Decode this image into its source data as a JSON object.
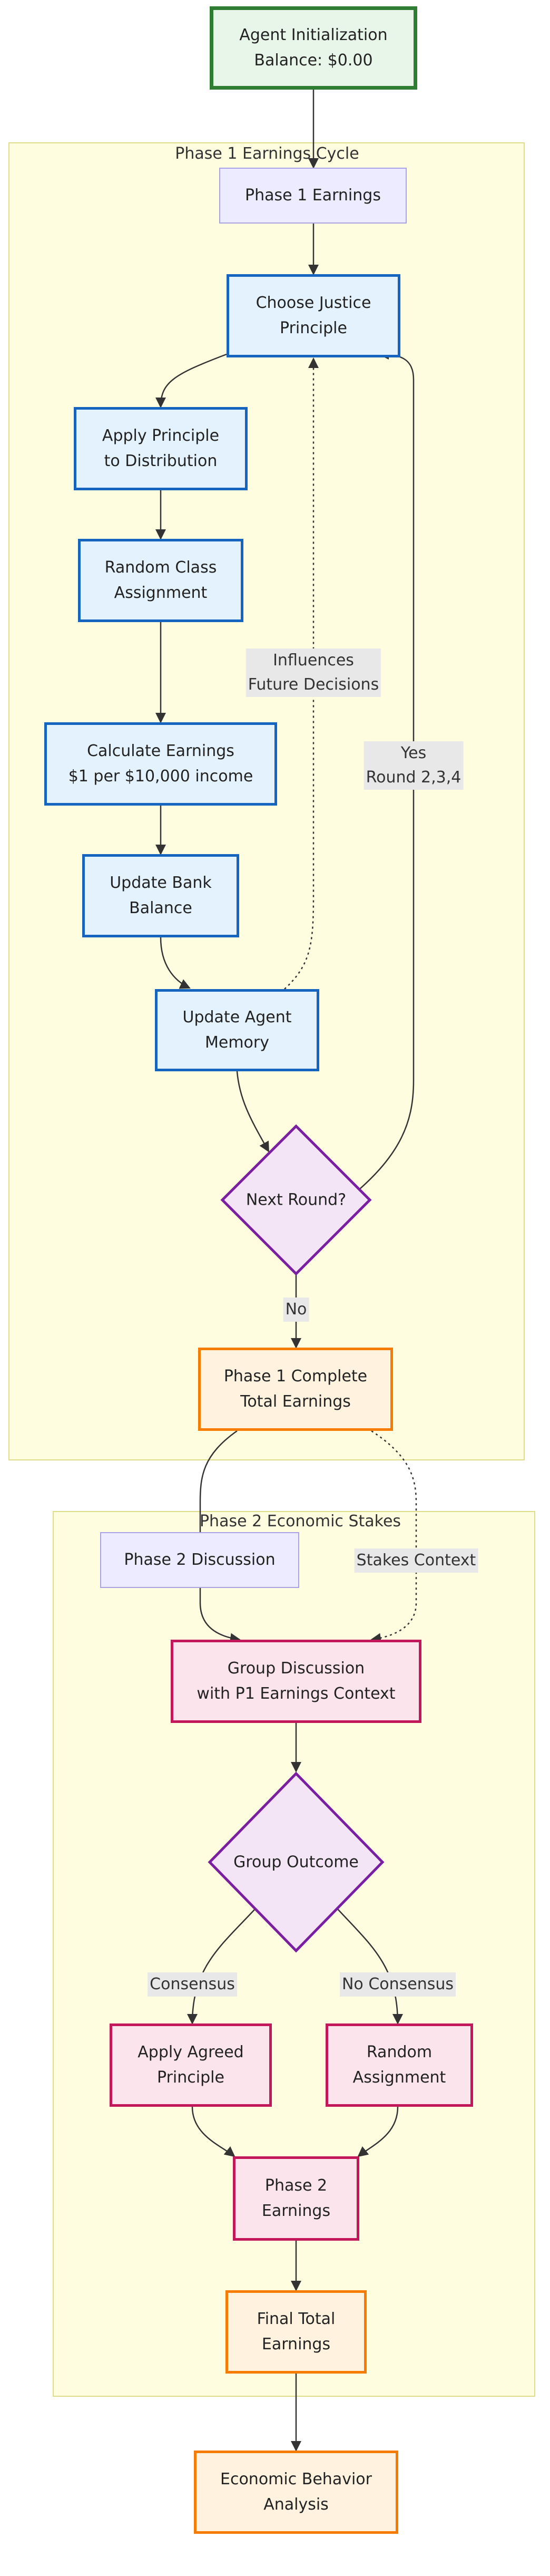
{
  "clusters": {
    "phase1": {
      "title": "Phase 1 Earnings Cycle"
    },
    "phase2": {
      "title": "Phase 2 Economic Stakes"
    }
  },
  "nodes": {
    "agent_init": "Agent Initialization\nBalance: $0.00",
    "phase1_earnings": "Phase 1 Earnings",
    "choose_principle": "Choose Justice\nPrinciple",
    "apply_principle": "Apply Principle\nto Distribution",
    "random_class": "Random Class\nAssignment",
    "calc_earnings": "Calculate Earnings\n$1 per $10,000 income",
    "update_bank": "Update Bank\nBalance",
    "update_memory": "Update Agent\nMemory",
    "next_round": "Next Round?",
    "phase1_complete": "Phase 1 Complete\nTotal Earnings",
    "phase2_discussion": "Phase 2 Discussion",
    "group_discussion": "Group Discussion\nwith P1 Earnings Context",
    "group_outcome": "Group Outcome",
    "apply_agreed": "Apply Agreed\nPrinciple",
    "random_assignment": "Random\nAssignment",
    "phase2_earnings": "Phase 2\nEarnings",
    "final_total": "Final Total\nEarnings",
    "economic_analysis": "Economic Behavior\nAnalysis"
  },
  "edge_labels": {
    "influences": "Influences\nFuture Decisions",
    "yes": "Yes\nRound 2,3,4",
    "no": "No",
    "stakes": "Stakes Context",
    "consensus": "Consensus",
    "no_consensus": "No Consensus"
  },
  "colors": {
    "cluster_fill": "#fffde0",
    "cluster_border": "#dfdc8a",
    "green": "#2e7d32",
    "lavender": "#a9a2e6",
    "blue": "#1565c0",
    "orange": "#f57c00",
    "pink": "#c2185b",
    "purple": "#7b1fa2",
    "purple_fill": "#f3e5f5",
    "edge": "#333333"
  }
}
